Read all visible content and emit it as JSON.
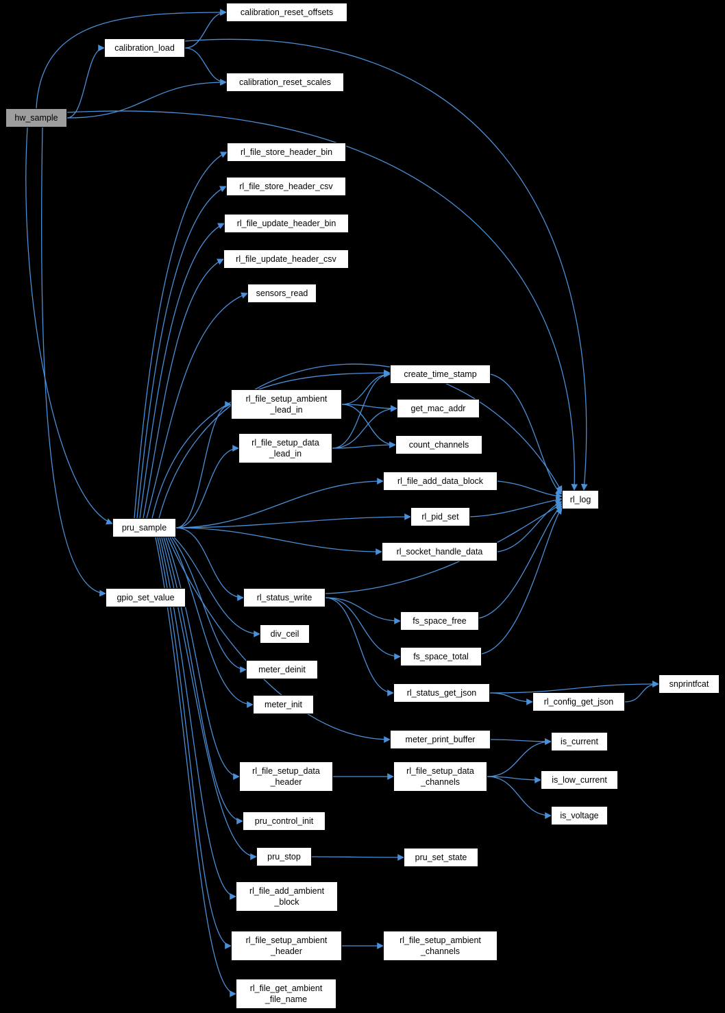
{
  "graph": {
    "colors": {
      "background": "#000000",
      "edge": "#4a90d9",
      "node_fill": "#ffffff",
      "node_border": "#000000",
      "highlight_fill": "#9e9e9e",
      "text": "#000000"
    },
    "nodes": [
      {
        "id": "hw_sample",
        "label": "hw_sample",
        "highlight": true
      },
      {
        "id": "calibration_load",
        "label": "calibration_load"
      },
      {
        "id": "calibration_reset_offsets",
        "label": "calibration_reset_offsets"
      },
      {
        "id": "calibration_reset_scales",
        "label": "calibration_reset_scales"
      },
      {
        "id": "rl_file_store_header_bin",
        "label": "rl_file_store_header_bin"
      },
      {
        "id": "rl_file_store_header_csv",
        "label": "rl_file_store_header_csv"
      },
      {
        "id": "rl_file_update_header_bin",
        "label": "rl_file_update_header_bin"
      },
      {
        "id": "rl_file_update_header_csv",
        "label": "rl_file_update_header_csv"
      },
      {
        "id": "sensors_read",
        "label": "sensors_read"
      },
      {
        "id": "create_time_stamp",
        "label": "create_time_stamp"
      },
      {
        "id": "rl_file_setup_ambient_lead_in",
        "label": "rl_file_setup_ambient\n_lead_in"
      },
      {
        "id": "get_mac_addr",
        "label": "get_mac_addr"
      },
      {
        "id": "rl_file_setup_data_lead_in",
        "label": "rl_file_setup_data\n_lead_in"
      },
      {
        "id": "count_channels",
        "label": "count_channels"
      },
      {
        "id": "rl_file_add_data_block",
        "label": "rl_file_add_data_block"
      },
      {
        "id": "rl_log",
        "label": "rl_log"
      },
      {
        "id": "rl_pid_set",
        "label": "rl_pid_set"
      },
      {
        "id": "pru_sample",
        "label": "pru_sample"
      },
      {
        "id": "rl_socket_handle_data",
        "label": "rl_socket_handle_data"
      },
      {
        "id": "rl_status_write",
        "label": "rl_status_write"
      },
      {
        "id": "gpio_set_value",
        "label": "gpio_set_value"
      },
      {
        "id": "fs_space_free",
        "label": "fs_space_free"
      },
      {
        "id": "div_ceil",
        "label": "div_ceil"
      },
      {
        "id": "fs_space_total",
        "label": "fs_space_total"
      },
      {
        "id": "meter_deinit",
        "label": "meter_deinit"
      },
      {
        "id": "rl_status_get_json",
        "label": "rl_status_get_json"
      },
      {
        "id": "meter_init",
        "label": "meter_init"
      },
      {
        "id": "rl_config_get_json",
        "label": "rl_config_get_json"
      },
      {
        "id": "snprintfcat",
        "label": "snprintfcat"
      },
      {
        "id": "meter_print_buffer",
        "label": "meter_print_buffer"
      },
      {
        "id": "is_current",
        "label": "is_current"
      },
      {
        "id": "rl_file_setup_data_header",
        "label": "rl_file_setup_data\n_header"
      },
      {
        "id": "rl_file_setup_data_channels",
        "label": "rl_file_setup_data\n_channels"
      },
      {
        "id": "is_low_current",
        "label": "is_low_current"
      },
      {
        "id": "is_voltage",
        "label": "is_voltage"
      },
      {
        "id": "pru_control_init",
        "label": "pru_control_init"
      },
      {
        "id": "pru_stop",
        "label": "pru_stop"
      },
      {
        "id": "pru_set_state",
        "label": "pru_set_state"
      },
      {
        "id": "rl_file_add_ambient_block",
        "label": "rl_file_add_ambient\n_block"
      },
      {
        "id": "rl_file_setup_ambient_header",
        "label": "rl_file_setup_ambient\n_header"
      },
      {
        "id": "rl_file_setup_ambient_channels",
        "label": "rl_file_setup_ambient\n_channels"
      },
      {
        "id": "rl_file_get_ambient_file_name",
        "label": "rl_file_get_ambient\n_file_name"
      }
    ],
    "edges": [
      {
        "from": "hw_sample",
        "to": "calibration_load"
      },
      {
        "from": "hw_sample",
        "to": "calibration_reset_offsets"
      },
      {
        "from": "hw_sample",
        "to": "calibration_reset_scales"
      },
      {
        "from": "hw_sample",
        "to": "rl_log"
      },
      {
        "from": "hw_sample",
        "to": "pru_sample"
      },
      {
        "from": "hw_sample",
        "to": "gpio_set_value"
      },
      {
        "from": "calibration_load",
        "to": "calibration_reset_offsets"
      },
      {
        "from": "calibration_load",
        "to": "calibration_reset_scales"
      },
      {
        "from": "calibration_load",
        "to": "rl_log"
      },
      {
        "from": "pru_sample",
        "to": "rl_file_store_header_bin"
      },
      {
        "from": "pru_sample",
        "to": "rl_file_store_header_csv"
      },
      {
        "from": "pru_sample",
        "to": "rl_file_update_header_bin"
      },
      {
        "from": "pru_sample",
        "to": "rl_file_update_header_csv"
      },
      {
        "from": "pru_sample",
        "to": "sensors_read"
      },
      {
        "from": "pru_sample",
        "to": "create_time_stamp"
      },
      {
        "from": "pru_sample",
        "to": "rl_file_setup_ambient_lead_in"
      },
      {
        "from": "pru_sample",
        "to": "rl_file_setup_data_lead_in"
      },
      {
        "from": "pru_sample",
        "to": "rl_file_add_data_block"
      },
      {
        "from": "pru_sample",
        "to": "rl_pid_set"
      },
      {
        "from": "pru_sample",
        "to": "rl_socket_handle_data"
      },
      {
        "from": "pru_sample",
        "to": "rl_status_write"
      },
      {
        "from": "pru_sample",
        "to": "div_ceil"
      },
      {
        "from": "pru_sample",
        "to": "meter_deinit"
      },
      {
        "from": "pru_sample",
        "to": "meter_init"
      },
      {
        "from": "pru_sample",
        "to": "meter_print_buffer"
      },
      {
        "from": "pru_sample",
        "to": "rl_file_setup_data_header"
      },
      {
        "from": "pru_sample",
        "to": "pru_control_init"
      },
      {
        "from": "pru_sample",
        "to": "pru_stop"
      },
      {
        "from": "pru_sample",
        "to": "rl_file_add_ambient_block"
      },
      {
        "from": "pru_sample",
        "to": "rl_file_setup_ambient_header"
      },
      {
        "from": "pru_sample",
        "to": "rl_file_get_ambient_file_name"
      },
      {
        "from": "pru_sample",
        "to": "rl_log"
      },
      {
        "from": "rl_file_setup_ambient_lead_in",
        "to": "create_time_stamp"
      },
      {
        "from": "rl_file_setup_ambient_lead_in",
        "to": "get_mac_addr"
      },
      {
        "from": "rl_file_setup_ambient_lead_in",
        "to": "count_channels"
      },
      {
        "from": "rl_file_setup_data_lead_in",
        "to": "create_time_stamp"
      },
      {
        "from": "rl_file_setup_data_lead_in",
        "to": "get_mac_addr"
      },
      {
        "from": "rl_file_setup_data_lead_in",
        "to": "count_channels"
      },
      {
        "from": "create_time_stamp",
        "to": "rl_log"
      },
      {
        "from": "rl_file_add_data_block",
        "to": "rl_log"
      },
      {
        "from": "rl_pid_set",
        "to": "rl_log"
      },
      {
        "from": "rl_socket_handle_data",
        "to": "rl_log"
      },
      {
        "from": "rl_status_write",
        "to": "fs_space_free"
      },
      {
        "from": "rl_status_write",
        "to": "fs_space_total"
      },
      {
        "from": "rl_status_write",
        "to": "rl_status_get_json"
      },
      {
        "from": "rl_status_write",
        "to": "rl_log"
      },
      {
        "from": "fs_space_free",
        "to": "rl_log"
      },
      {
        "from": "fs_space_total",
        "to": "rl_log"
      },
      {
        "from": "rl_status_get_json",
        "to": "snprintfcat"
      },
      {
        "from": "rl_status_get_json",
        "to": "rl_config_get_json"
      },
      {
        "from": "rl_config_get_json",
        "to": "snprintfcat"
      },
      {
        "from": "meter_print_buffer",
        "to": "is_current"
      },
      {
        "from": "rl_file_setup_data_header",
        "to": "rl_file_setup_data_channels"
      },
      {
        "from": "rl_file_setup_data_channels",
        "to": "is_current"
      },
      {
        "from": "rl_file_setup_data_channels",
        "to": "is_low_current"
      },
      {
        "from": "rl_file_setup_data_channels",
        "to": "is_voltage"
      },
      {
        "from": "pru_stop",
        "to": "pru_set_state"
      },
      {
        "from": "rl_file_setup_ambient_header",
        "to": "rl_file_setup_ambient_channels"
      }
    ]
  }
}
